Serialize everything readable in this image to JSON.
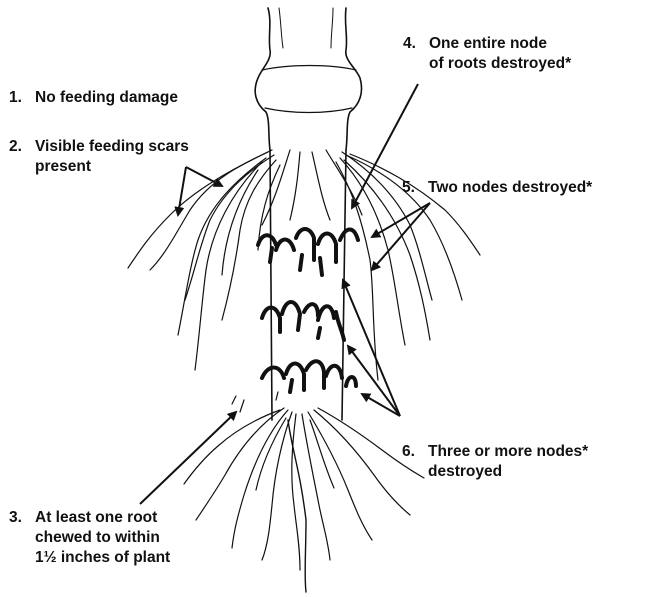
{
  "labels": {
    "l1": {
      "num": "1.",
      "line1": "No feeding damage"
    },
    "l2": {
      "num": "2.",
      "line1": "Visible feeding scars",
      "line2": "present"
    },
    "l3": {
      "num": "3.",
      "line1": "At least one root",
      "line2": "chewed to within",
      "line3": "1½ inches of plant"
    },
    "l4": {
      "num": "4.",
      "line1": "One entire node",
      "line2": "of roots destroyed*"
    },
    "l5": {
      "num": "5.",
      "line1": "Two nodes destroyed*"
    },
    "l6": {
      "num": "6.",
      "line1": "Three or more nodes*",
      "line2": "destroyed"
    }
  },
  "colors": {
    "ink": "#111111",
    "background": "#ffffff"
  }
}
